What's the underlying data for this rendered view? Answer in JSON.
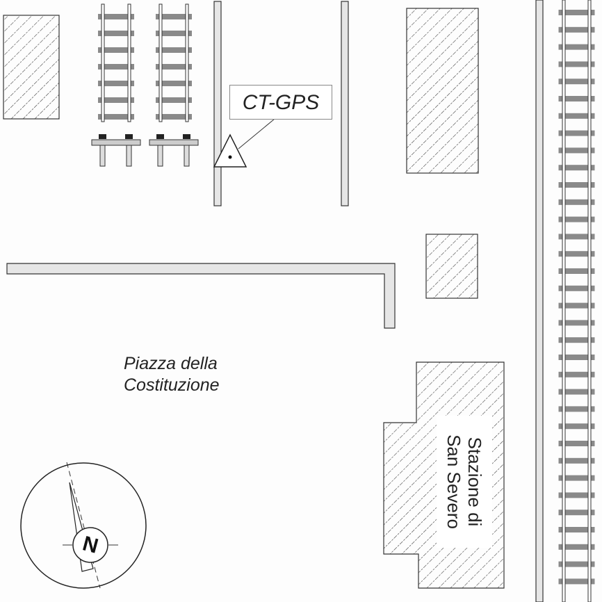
{
  "map": {
    "square_name_line1": "Piazza della",
    "square_name_line2": "Costituzione",
    "gps_station_label": "CT-GPS",
    "station_name_line1": "Stazione di",
    "station_name_line2": "San Severo",
    "compass_letter": "N"
  },
  "colors": {
    "ink": "#222222",
    "wall_fill": "#e6e6e6",
    "hatch": "#444444",
    "tie": "#8a8a8a"
  }
}
